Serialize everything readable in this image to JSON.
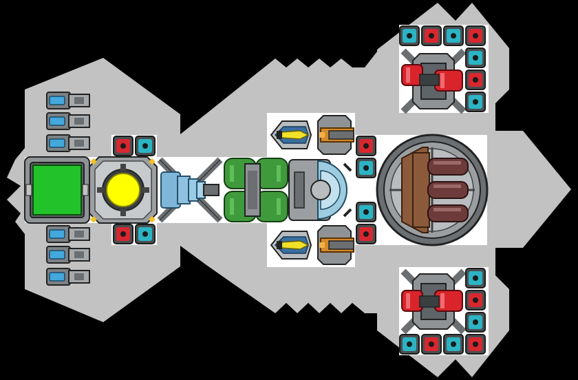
{
  "scene": {
    "background": "#000000",
    "hull_color": "#c2c2c2",
    "plate_color": "#ffffff"
  },
  "palette": {
    "shield_green": "#22c22a",
    "core_yellow": "#ffff00",
    "fuel_blue": "#43a8dc",
    "tank_green": "#3f9a3c",
    "crate_brown": "#8b5a3a",
    "cannon_red": "#d9242b",
    "barrel_maroon": "#6e3b3b",
    "missile_yellow": "#f2e02a",
    "rail_orange": "#d48a2a",
    "block_red": "#d8272f",
    "block_cyan": "#2bb4c4"
  },
  "modules": [
    {
      "id": "shield",
      "icon": "shield-generator-icon"
    },
    {
      "id": "reactor",
      "icon": "reactor-core-icon"
    },
    {
      "id": "engine",
      "icon": "ion-thruster-icon"
    },
    {
      "id": "fuel",
      "icon": "fuel-tank-icon"
    },
    {
      "id": "cockpit",
      "icon": "cockpit-icon"
    },
    {
      "id": "cargo",
      "icon": "cargo-hold-icon"
    },
    {
      "id": "turret-top",
      "icon": "twin-cannon-turret-icon"
    },
    {
      "id": "turret-bottom",
      "icon": "twin-cannon-turret-icon"
    },
    {
      "id": "missile-top",
      "icon": "missile-launcher-icon"
    },
    {
      "id": "missile-bottom",
      "icon": "missile-launcher-icon"
    },
    {
      "id": "rail-top",
      "icon": "railgun-icon"
    },
    {
      "id": "rail-bottom",
      "icon": "railgun-icon"
    },
    {
      "id": "thrusters-top",
      "icon": "side-thruster-icon"
    },
    {
      "id": "thrusters-bottom",
      "icon": "side-thruster-icon"
    }
  ]
}
